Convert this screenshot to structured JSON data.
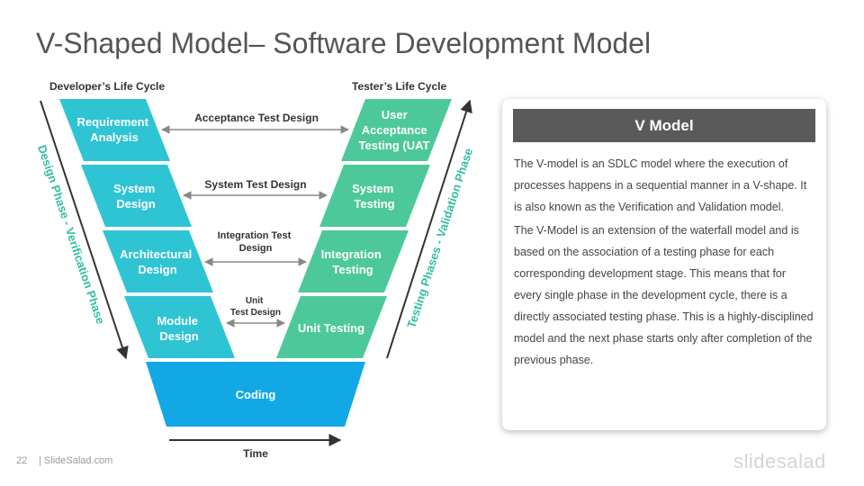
{
  "slide": {
    "title": "V-Shaped Model– Software Development Model",
    "page_number": "22",
    "site": "| SlideSalad.com",
    "brand": "slidesalad"
  },
  "diagram": {
    "developer_label": "Developer’s Life Cycle",
    "tester_label": "Tester’s Life Cycle",
    "design_phase_label": "Design Phase - Verification Phase",
    "testing_phase_label": "Testing Phases - Validation Phase",
    "time_label": "Time",
    "left_stages": [
      {
        "line1": "Requirement",
        "line2": "Analysis"
      },
      {
        "line1": "System",
        "line2": "Design"
      },
      {
        "line1": "Architectural",
        "line2": "Design"
      },
      {
        "line1": "Module",
        "line2": "Design"
      }
    ],
    "right_stages": [
      {
        "line1": "User",
        "line2": "Acceptance",
        "line3": "Testing (UAT"
      },
      {
        "line1": "System",
        "line2": "Testing"
      },
      {
        "line1": "Integration",
        "line2": "Testing"
      },
      {
        "line1": "Unit Testing"
      }
    ],
    "coding_label": "Coding",
    "test_links": [
      {
        "line1": "Acceptance Test Design"
      },
      {
        "line1": "System Test Design"
      },
      {
        "line1": "Integration Test",
        "line2": "Design"
      },
      {
        "line1": "Unit",
        "line2": "Test Design"
      }
    ],
    "colors": {
      "left": "#2ec4d4",
      "right": "#4dc89a",
      "coding": "#12a8e6",
      "phase_text": "#2fbfa0",
      "arrow": "#333333",
      "link_arrow": "#888888"
    }
  },
  "panel": {
    "heading": "V Model",
    "paragraph1": "The V-model is an SDLC model where the execution of processes happens in a sequential manner in a V-shape. It is also known as the Verification and Validation model.",
    "paragraph2": "The V-Model is an extension of the waterfall model and is based on the association of a testing phase for each corresponding development stage. This means that for every single phase in the development cycle, there is a directly associated testing phase. This is a highly-disciplined model and the next phase starts only after completion of the previous phase."
  }
}
